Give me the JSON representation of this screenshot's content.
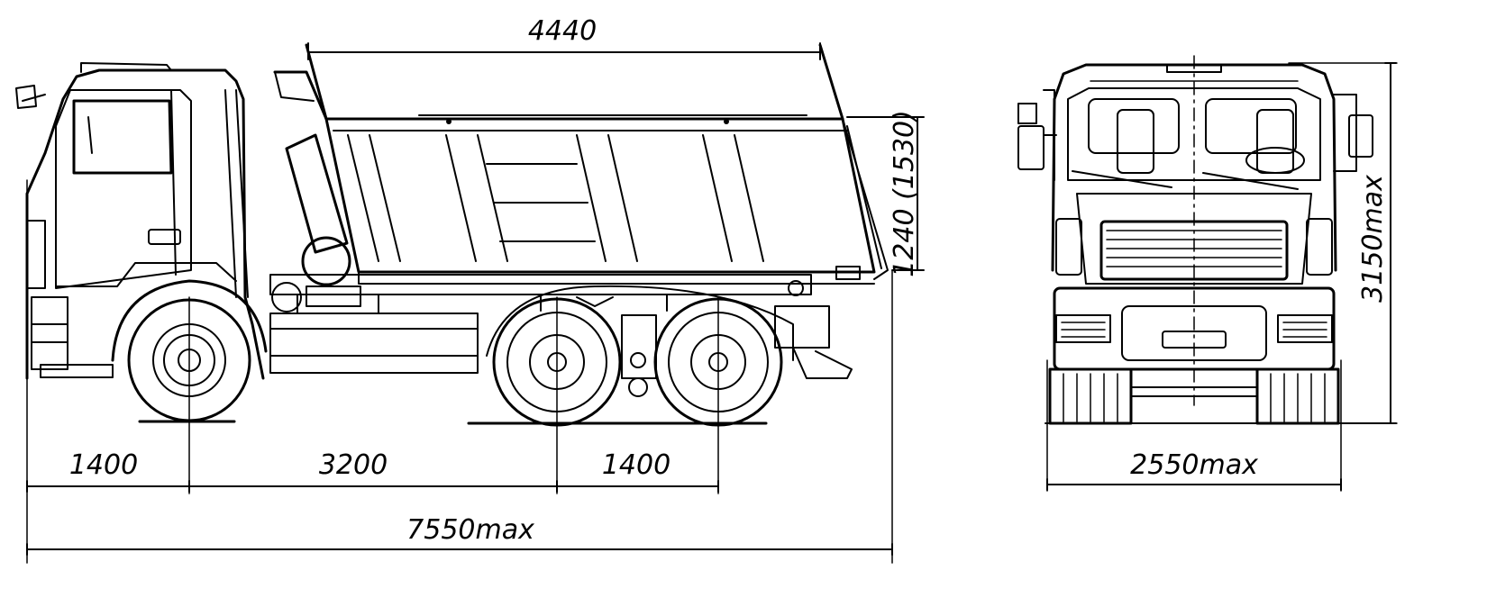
{
  "dimensions": {
    "body_length": "4440",
    "body_height": "1240 (1530)",
    "front_overhang": "1400",
    "wheelbase": "3200",
    "rear_axle_spacing": "1400",
    "overall_length": "7550max",
    "overall_width": "2550max",
    "overall_height": "3150max"
  },
  "colors": {
    "line": "#000000",
    "background": "#ffffff"
  }
}
